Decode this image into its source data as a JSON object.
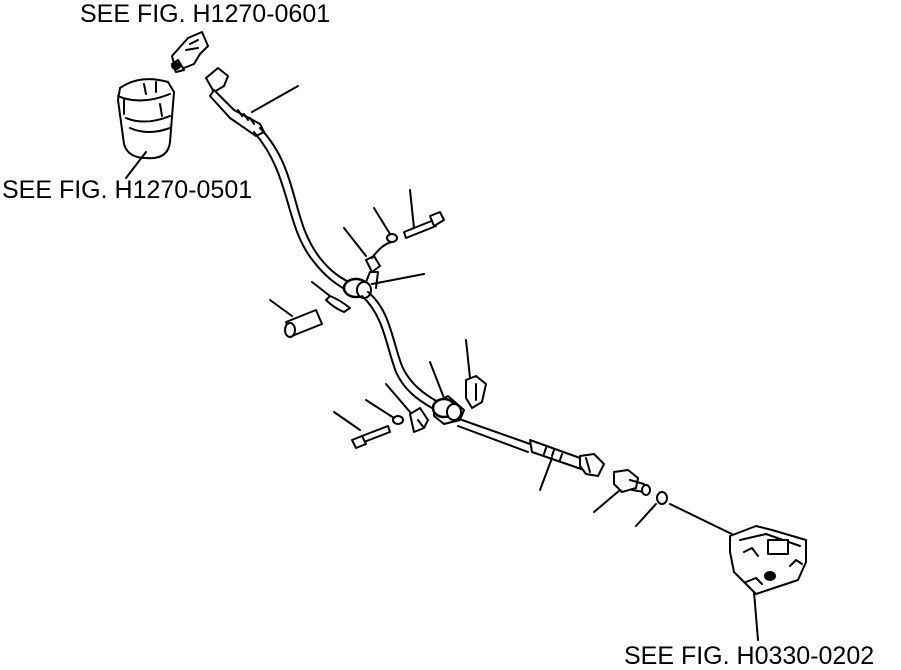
{
  "references": {
    "top": "SEE FIG. H1270-0601",
    "left": "SEE FIG. H1270-0501",
    "bottom": "SEE FIG. H0330-0202"
  },
  "colors": {
    "ink": "#000000",
    "paper": "#ffffff"
  }
}
